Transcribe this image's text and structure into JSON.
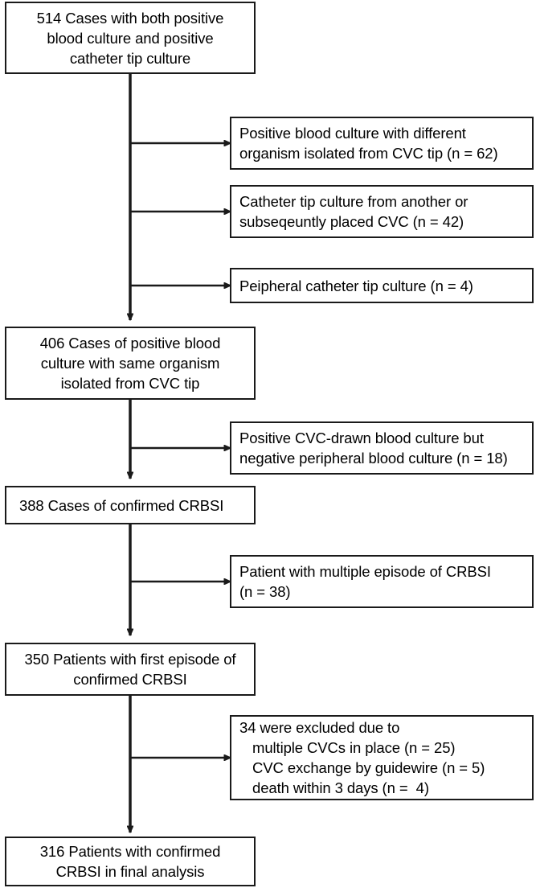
{
  "diagram": {
    "title": "CRBSI patient selection flowchart",
    "type": "flowchart",
    "stroke_color": "#1a1a1a",
    "background_color": "#ffffff"
  },
  "main_nodes": [
    {
      "id": "node-514-cases",
      "name": "node-total-cases",
      "count": "514",
      "lines": [
        "514 Cases with both positive",
        "blood culture and positive",
        "catheter tip culture"
      ]
    },
    {
      "id": "node-406-cases",
      "name": "node-same-organism-cases",
      "count": "406",
      "lines": [
        "406 Cases of positive blood",
        "culture with same organism",
        "isolated from CVC tip"
      ]
    },
    {
      "id": "node-388-cases",
      "name": "node-confirmed-crbsi",
      "count": "388",
      "lines": [
        "388 Cases of confirmed CRBSI"
      ]
    },
    {
      "id": "node-350-patients",
      "name": "node-first-episode-patients",
      "count": "350",
      "lines": [
        "350 Patients with first episode of",
        "confirmed CRBSI"
      ]
    },
    {
      "id": "node-316-patients",
      "name": "node-final-analysis-patients",
      "count": "316",
      "lines": [
        "316 Patients with confirmed",
        "CRBSI in final analysis"
      ]
    }
  ],
  "exclusion_nodes": [
    {
      "id": "excl-different-organism",
      "name": "exclusion-different-organism",
      "n": "62",
      "lines": [
        "Positive blood culture with different",
        "organism isolated from CVC tip (n = 62)"
      ]
    },
    {
      "id": "excl-another-cvc",
      "name": "exclusion-another-cvc-tip",
      "n": "42",
      "lines": [
        "Catheter tip culture from another or",
        "subseqeuntly placed CVC (n = 42)"
      ]
    },
    {
      "id": "excl-peripheral-tip",
      "name": "exclusion-peripheral-catheter-tip",
      "n": "4",
      "lines": [
        "Peipheral catheter tip culture (n = 4)"
      ]
    },
    {
      "id": "excl-negative-peripheral",
      "name": "exclusion-negative-peripheral-culture",
      "n": "18",
      "lines": [
        "Positive CVC-drawn blood culture but",
        "negative peripheral blood culture (n = 18)"
      ]
    },
    {
      "id": "excl-multiple-episode",
      "name": "exclusion-multiple-episodes",
      "n": "38",
      "lines": [
        "Patient with multiple episode of CRBSI",
        "(n = 38)"
      ]
    },
    {
      "id": "excl-final-34",
      "name": "exclusion-final-criteria",
      "n": "34",
      "lines": [
        "34 were excluded due to",
        " multiple CVCs in place (n = 25)",
        " CVC exchange by guidewire (n = 5)",
        " death within 3 days (n =  4)"
      ]
    }
  ]
}
